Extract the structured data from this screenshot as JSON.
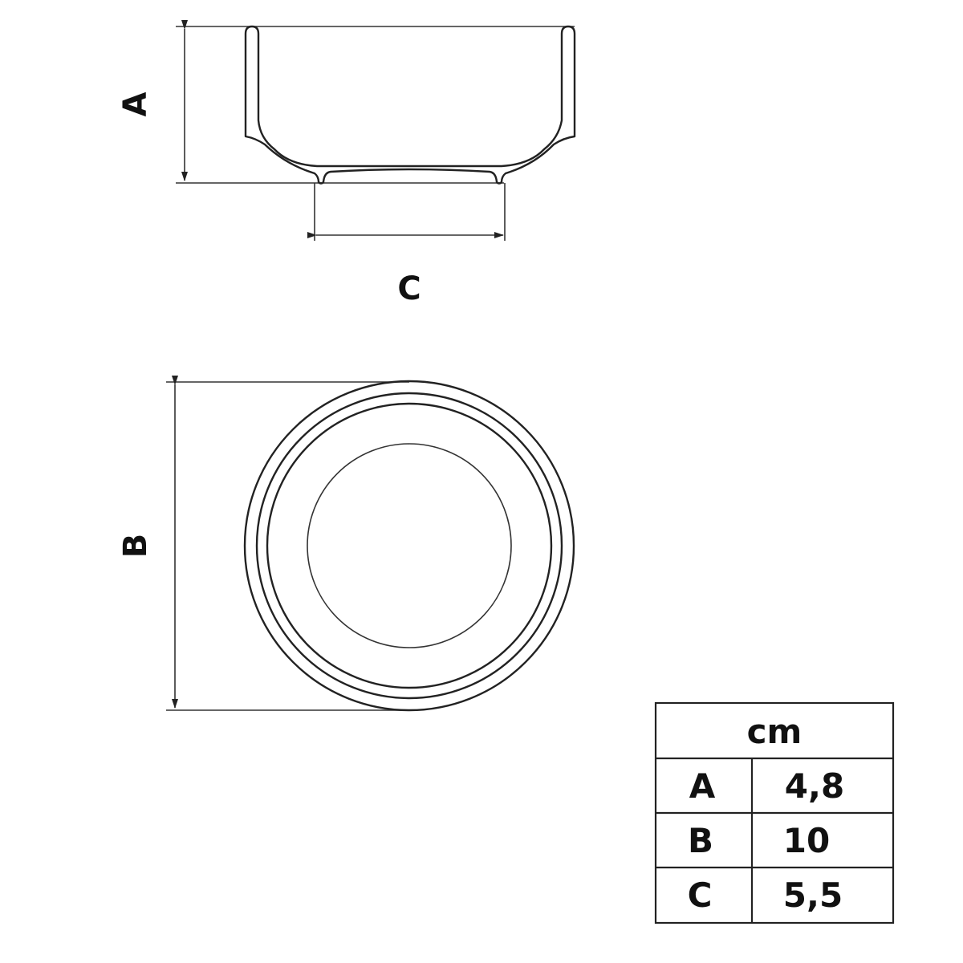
{
  "side_view": {
    "height_label": "A",
    "base_label": "C"
  },
  "top_view": {
    "diameter_label": "B"
  },
  "dimension_table": {
    "unit": "cm",
    "rows": [
      {
        "key": "A",
        "value": "4,8"
      },
      {
        "key": "B",
        "value": "10"
      },
      {
        "key": "C",
        "value": "5,5"
      }
    ]
  }
}
